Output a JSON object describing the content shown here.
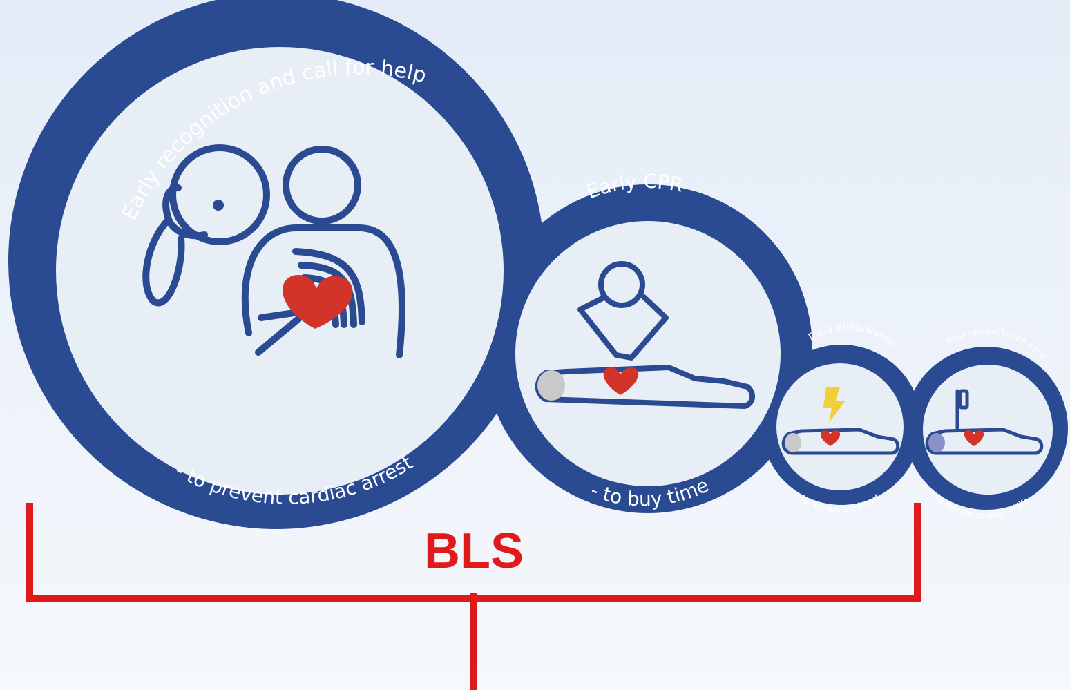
{
  "colors": {
    "ring": "#2a4a92",
    "ring_dark": "#23407f",
    "inner": "#e8eef6",
    "figure_stroke": "#2a4a92",
    "heart": "#d2342a",
    "lightning": "#f0cf3a",
    "head_gray": "#c9c9c9",
    "bracket": "#e0191b"
  },
  "chain": {
    "link1": {
      "top_text": "Early recognition and call for help",
      "bottom_text": "- to prevent cardiac arrest"
    },
    "link2": {
      "top_text": "Early CPR",
      "bottom_text": "- to buy time"
    },
    "link3": {
      "top_text": "Early defibrillation",
      "bottom_text": "- to restart the heart"
    },
    "link4": {
      "top_text": "Post resuscitation care",
      "bottom_text": "- to restore quality of life"
    }
  },
  "bracket": {
    "label": "BLS"
  }
}
